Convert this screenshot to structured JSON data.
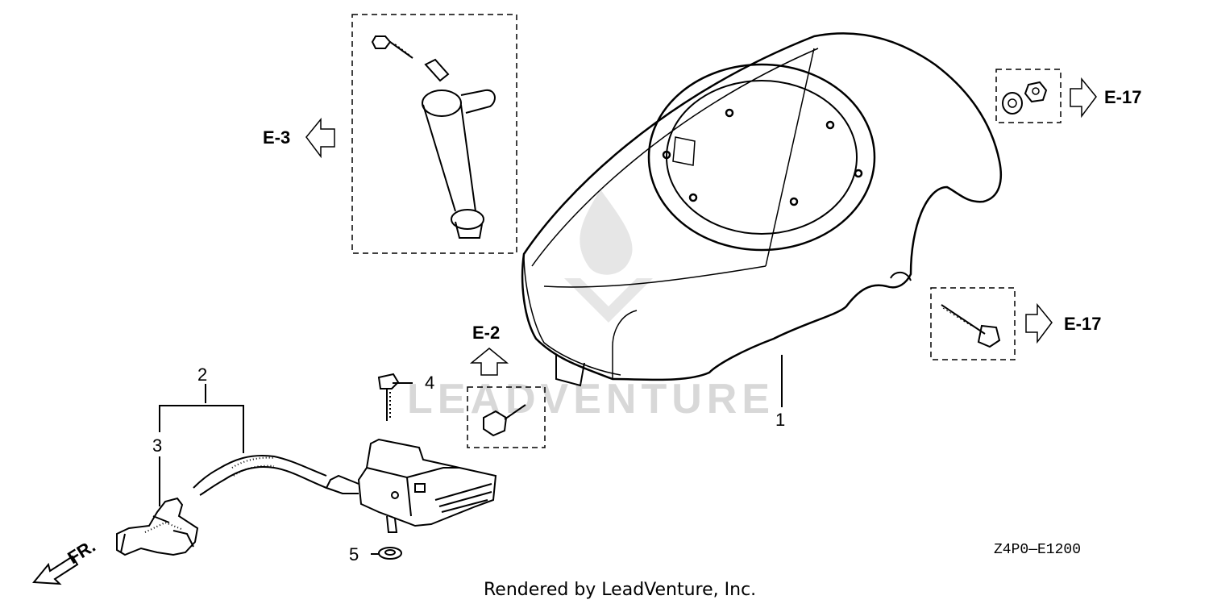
{
  "watermark": "LEADVENTURE",
  "refs": {
    "e3": "E-3",
    "e2": "E-2",
    "e17_top": "E-17",
    "e17_bottom": "E-17"
  },
  "parts": [
    "1",
    "2",
    "3",
    "4",
    "5"
  ],
  "front_marker": "FR.",
  "diagram_code": "Z4P0—E1200",
  "footer": "Rendered by LeadVenture, Inc."
}
